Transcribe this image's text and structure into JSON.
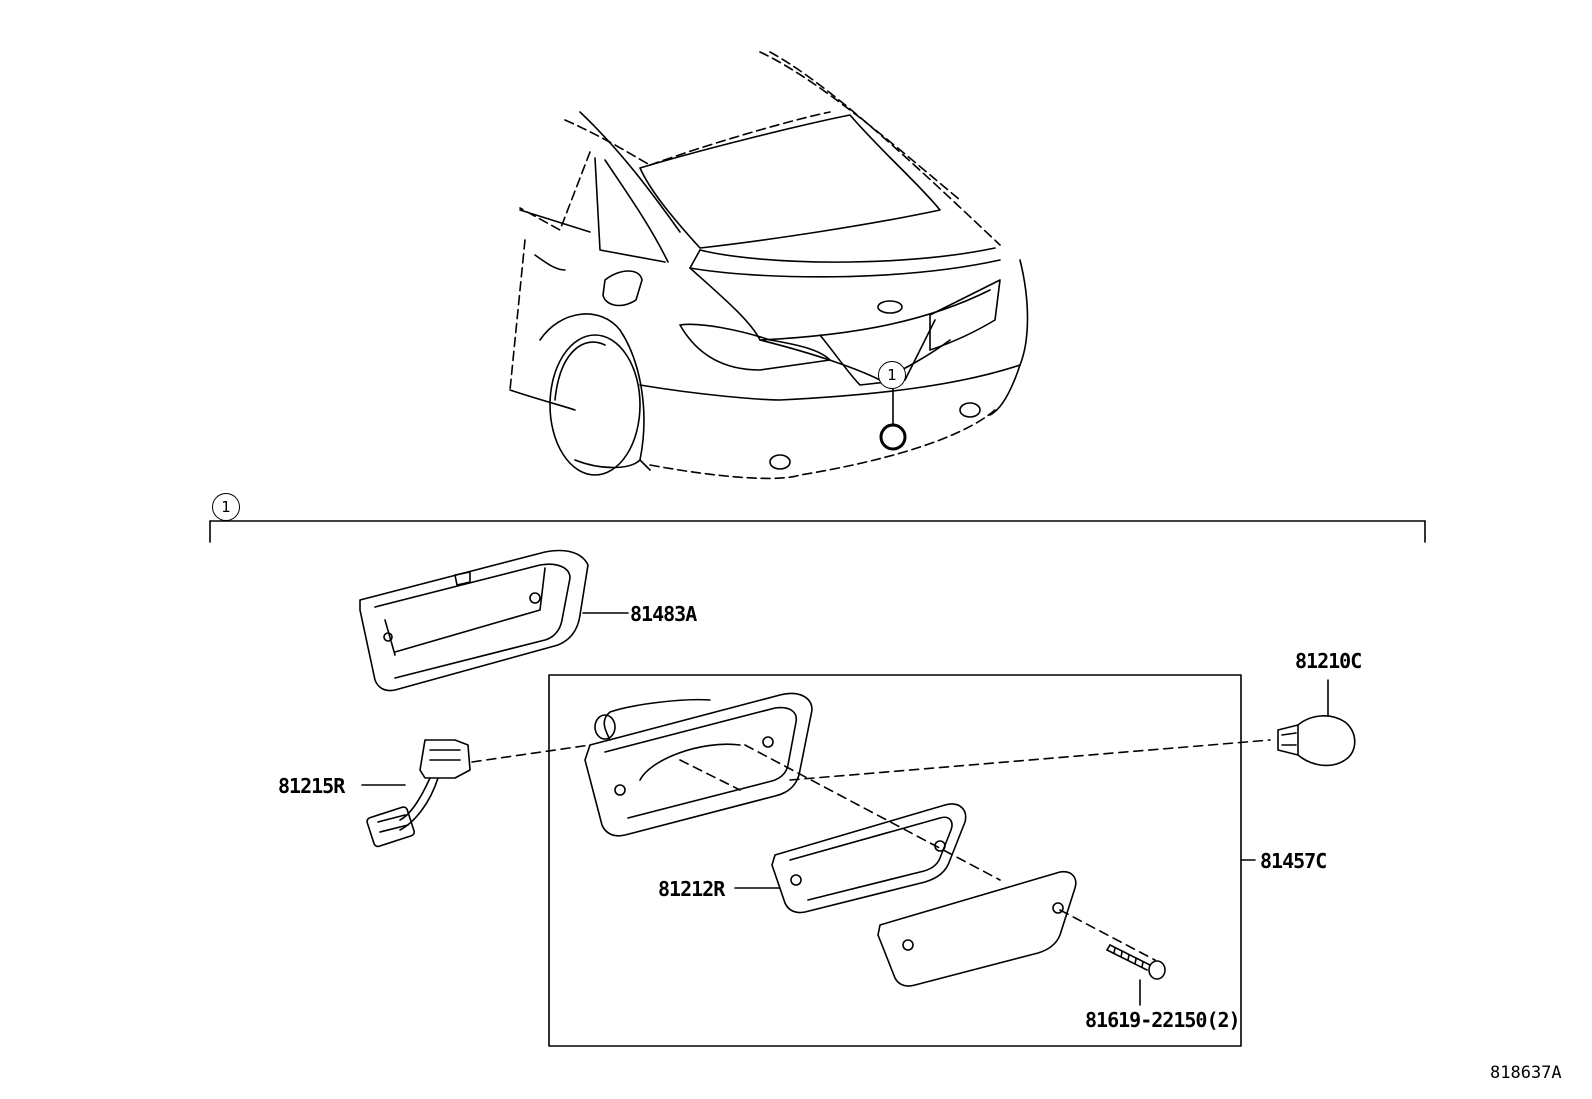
{
  "callouts": {
    "vehicle_ref": "1",
    "assembly_ref": "1"
  },
  "parts": {
    "bezel": "81483A",
    "bulb": "81210C",
    "socket_wire": "81215R",
    "gasket": "81212R",
    "lamp_assembly": "81457C",
    "screw": "81619-22150(2)"
  },
  "diagram_id": "818637A",
  "icons": {
    "vehicle": "sedan-rear-view-icon",
    "bezel": "lamp-bezel-icon",
    "housing": "lamp-housing-icon",
    "socket": "bulb-socket-icon",
    "bulb": "bulb-icon",
    "gasket": "gasket-icon",
    "lens": "lens-icon",
    "screw": "screw-icon"
  }
}
